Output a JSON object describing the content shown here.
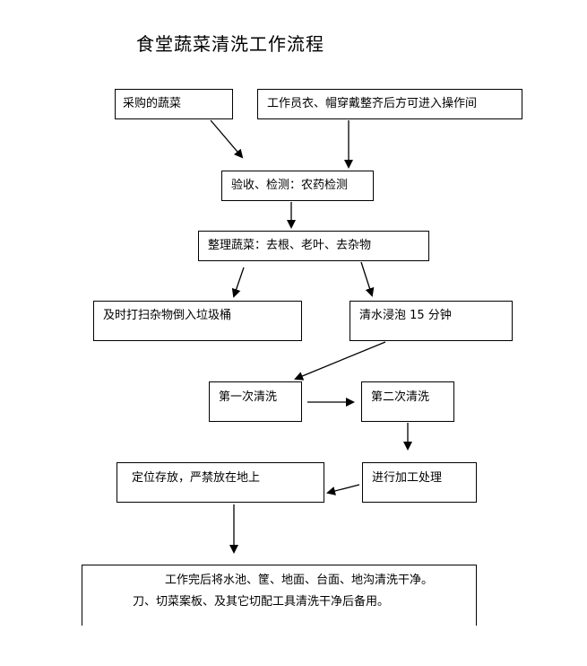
{
  "title": "食堂蔬菜清洗工作流程",
  "nodes": {
    "purchase": "采购的蔬菜",
    "staff": "工作员衣、帽穿戴整齐后方可进入操作间",
    "inspect": "验收、检测：农药检测",
    "sort": "整理蔬菜：去根、老叶、去杂物",
    "clean_trash": "及时打扫杂物倒入垃圾桶",
    "soak": "清水浸泡 15 分钟",
    "wash1": "第一次清洗",
    "wash2": "第二次清洗",
    "process": "进行加工处理",
    "store": "定位存放，严禁放在地上",
    "final_line1": "工作完后将水池、筐、地面、台面、地沟清洗干净。",
    "final_line2": "刀、切菜案板、及其它切配工具清洗干净后备用。"
  }
}
